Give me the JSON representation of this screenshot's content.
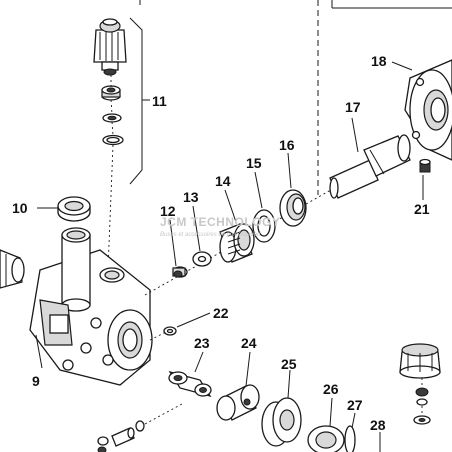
{
  "watermark": {
    "brand": "JCM TECHNOLOGY",
    "tagline": "Buses et accessoires de pulvérisation"
  },
  "callouts": [
    "9",
    "10",
    "11",
    "12",
    "13",
    "14",
    "15",
    "16",
    "17",
    "18",
    "21",
    "22",
    "23",
    "24",
    "25",
    "26",
    "27",
    "28"
  ],
  "icons": [
    "exploded-view-linework"
  ]
}
